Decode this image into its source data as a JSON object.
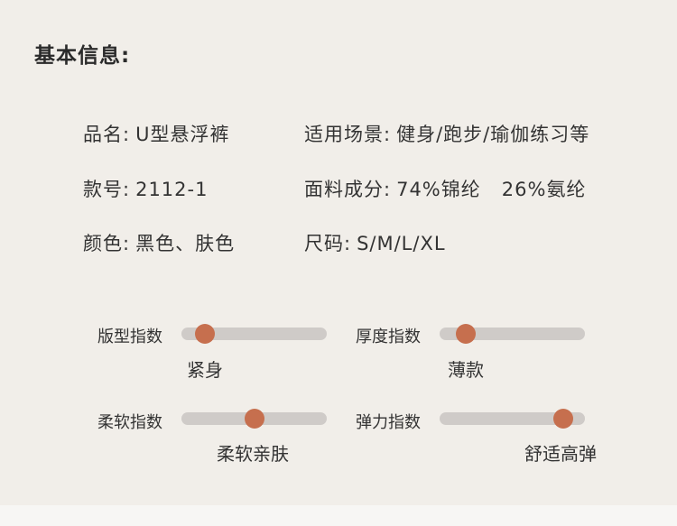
{
  "section": {
    "title": "基本信息:"
  },
  "colors": {
    "background": "#f1eee9",
    "track": "#cfcbc8",
    "knob": "#c66f4e",
    "text": "#333333"
  },
  "info": {
    "name": {
      "label": "品名:",
      "value": "U型悬浮裤"
    },
    "usage": {
      "label": "适用场景:",
      "value": "健身/跑步/瑜伽练习等"
    },
    "style_no": {
      "label": "款号:",
      "value": "2112-1"
    },
    "fabric": {
      "label": "面料成分:",
      "value": "74%锦纶   26%氨纶"
    },
    "color": {
      "label": "颜色:",
      "value": "黑色、肤色"
    },
    "size": {
      "label": "尺码:",
      "value": "S/M/L/XL"
    }
  },
  "metrics": [
    {
      "label": "版型指数",
      "value_label": "紧身",
      "level": 0.16
    },
    {
      "label": "厚度指数",
      "value_label": "薄款",
      "level": 0.18
    },
    {
      "label": "柔软指数",
      "value_label": "柔软亲肤",
      "level": 0.5
    },
    {
      "label": "弹力指数",
      "value_label": "舒适高弹",
      "level": 0.85
    }
  ]
}
